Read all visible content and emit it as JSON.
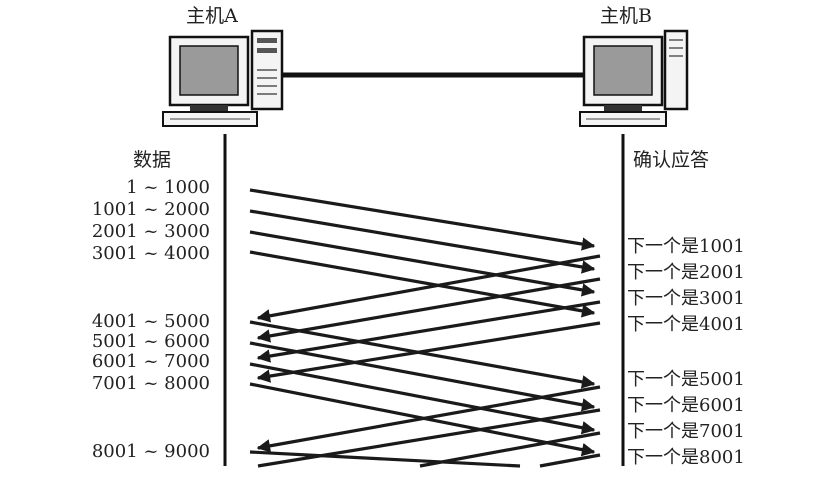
{
  "hosts": {
    "a": "主机A",
    "b": "主机B"
  },
  "labels": {
    "data_header": "数据",
    "ack_header": "确认应答"
  },
  "segments": [
    "1 ~ 1000",
    "1001 ~ 2000",
    "2001 ~ 3000",
    "3001 ~ 4000",
    "4001 ~ 5000",
    "5001 ~ 6000",
    "6001 ~ 7000",
    "7001 ~ 8000",
    "8001 ~ 9000"
  ],
  "acks": [
    "下一个是1001",
    "下一个是2001",
    "下一个是3001",
    "下一个是4001",
    "下一个是5001",
    "下一个是6001",
    "下一个是7001",
    "下一个是8001"
  ]
}
